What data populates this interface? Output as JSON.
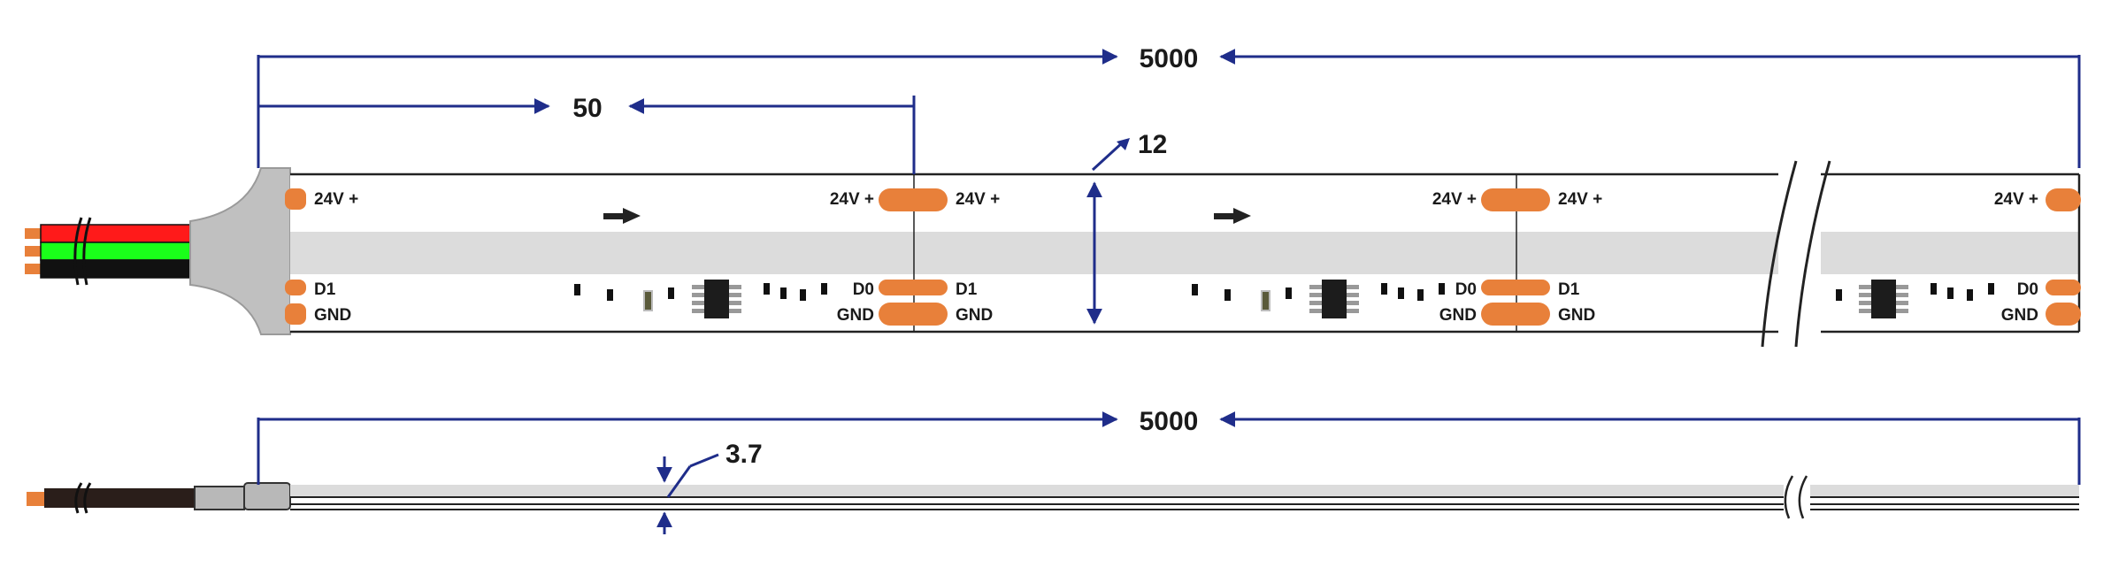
{
  "top_view": {
    "total_length": "5000",
    "cut_length": "50",
    "width": "12",
    "pad_labels": {
      "positive": "24V +",
      "data_in": "D1",
      "data_out": "D0",
      "ground": "GND"
    }
  },
  "side_view": {
    "total_length": "5000",
    "thickness": "3.7"
  },
  "colors": {
    "dimension_line": "#1f2d8a",
    "pad": "#e8803a",
    "wire_red": "#ff1a1a",
    "wire_green": "#1aff1a",
    "wire_black": "#111111",
    "strip_outline": "#222222",
    "center_band": "#dcdcdc",
    "end_cap": "#c0c0c0"
  }
}
